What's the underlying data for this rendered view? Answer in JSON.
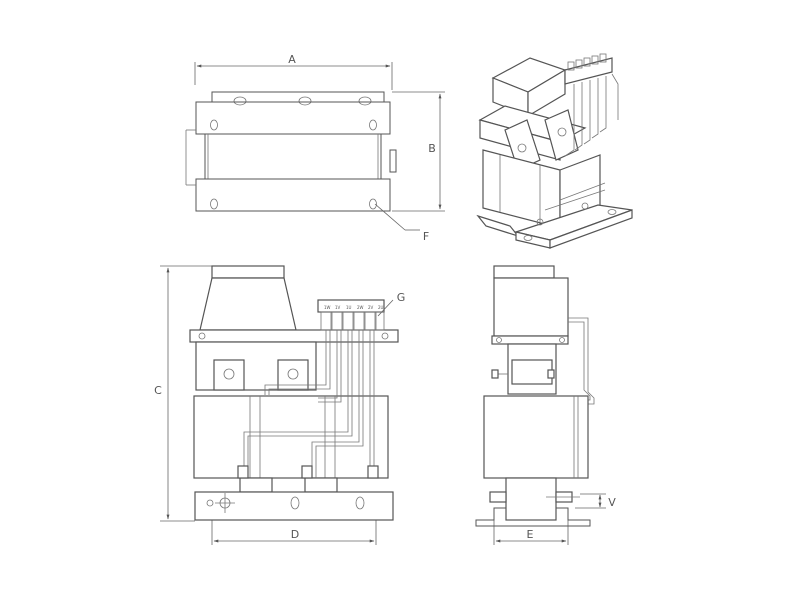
{
  "labels": {
    "A": "A",
    "B": "B",
    "C": "C",
    "D": "D",
    "E": "E",
    "F": "F",
    "G": "G",
    "V": "V"
  },
  "terminal_marks": [
    "1W",
    "1V",
    "1U",
    "2W",
    "2V",
    "2U"
  ]
}
